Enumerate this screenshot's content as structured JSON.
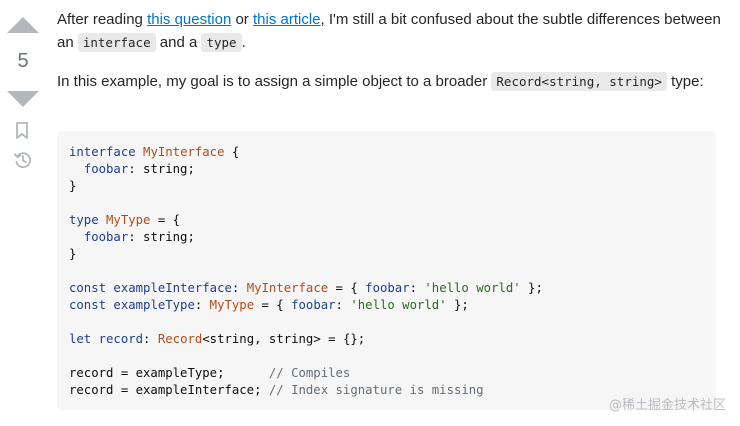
{
  "vote": {
    "count": "5"
  },
  "post": {
    "p1_before": "After reading ",
    "link_question": "this question",
    "p1_or": " or ",
    "link_article": "this article",
    "p1_after": ", I'm still a bit confused about the subtle differences between an ",
    "code_interface": "interface",
    "p1_and": " and a ",
    "code_type": "type",
    "p1_end": ".",
    "p2_before": "In this example, my goal is to assign a simple object to a broader ",
    "code_record": "Record<string, string>",
    "p2_after": " type:"
  },
  "code_lines": [
    [
      {
        "t": "interface ",
        "c": "kw"
      },
      {
        "t": "MyInterface",
        "c": "ty"
      },
      {
        "t": " {",
        "c": ""
      }
    ],
    [
      {
        "t": "  ",
        "c": ""
      },
      {
        "t": "foobar",
        "c": "pr"
      },
      {
        "t": ": string;",
        "c": ""
      }
    ],
    [
      {
        "t": "}",
        "c": ""
      }
    ],
    [],
    [
      {
        "t": "type ",
        "c": "kw"
      },
      {
        "t": "MyType",
        "c": "ty"
      },
      {
        "t": " = {",
        "c": ""
      }
    ],
    [
      {
        "t": "  ",
        "c": ""
      },
      {
        "t": "foobar",
        "c": "pr"
      },
      {
        "t": ": string;",
        "c": ""
      }
    ],
    [
      {
        "t": "}",
        "c": ""
      }
    ],
    [],
    [
      {
        "t": "const ",
        "c": "kw"
      },
      {
        "t": "exampleInterface",
        "c": "pr"
      },
      {
        "t": ": ",
        "c": ""
      },
      {
        "t": "MyInterface",
        "c": "ty"
      },
      {
        "t": " = { ",
        "c": ""
      },
      {
        "t": "foobar",
        "c": "pr"
      },
      {
        "t": ": ",
        "c": ""
      },
      {
        "t": "'hello world'",
        "c": "st"
      },
      {
        "t": " };",
        "c": ""
      }
    ],
    [
      {
        "t": "const ",
        "c": "kw"
      },
      {
        "t": "exampleType",
        "c": "pr"
      },
      {
        "t": ": ",
        "c": ""
      },
      {
        "t": "MyType",
        "c": "ty"
      },
      {
        "t": " = { ",
        "c": ""
      },
      {
        "t": "foobar",
        "c": "pr"
      },
      {
        "t": ": ",
        "c": ""
      },
      {
        "t": "'hello world'",
        "c": "st"
      },
      {
        "t": " };",
        "c": ""
      }
    ],
    [],
    [
      {
        "t": "let ",
        "c": "kw"
      },
      {
        "t": "record",
        "c": "pr"
      },
      {
        "t": ": ",
        "c": ""
      },
      {
        "t": "Record",
        "c": "ty"
      },
      {
        "t": "<string, string> = {};",
        "c": ""
      }
    ],
    [],
    [
      {
        "t": "record = exampleType;      ",
        "c": ""
      },
      {
        "t": "// Compiles",
        "c": "cm"
      }
    ],
    [
      {
        "t": "record = exampleInterface; ",
        "c": ""
      },
      {
        "t": "// Index signature is missing",
        "c": "cm"
      }
    ]
  ],
  "watermark": "@稀土掘金技术社区",
  "icons": {
    "bookmark": "bookmark-icon",
    "history": "history-icon"
  },
  "colors": {
    "link": "#0074cc",
    "keyword": "#1f3f8f",
    "type": "#b24c1a",
    "string": "#2b6a1f",
    "comment": "#656e77"
  }
}
